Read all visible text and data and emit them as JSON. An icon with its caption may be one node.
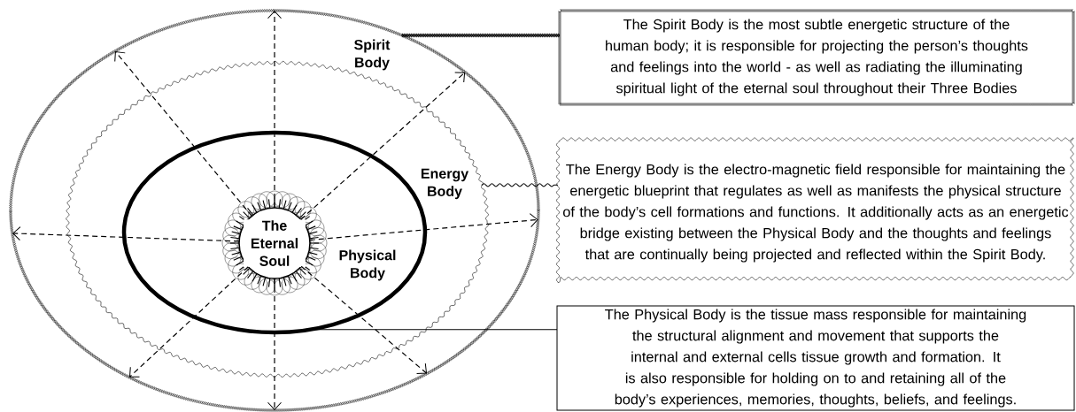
{
  "diagram": {
    "nodes": [
      {
        "text": [
          "Spirit Body"
        ]
      },
      {
        "text": [
          "Energy Body"
        ],
        "in": 0
      },
      {
        "text": [
          "Physical Body"
        ],
        "in": 1
      },
      {
        "text": [
          "The Eternal Soul"
        ],
        "in": 2
      },
      {
        "text": [
          "The Spirit Body is the most subtle energetic structure of the human body; it is responsible for projecting the person’s thoughts and feelings into the world - as well as radiating the illuminating spiritual light of the eternal soul throughout their Three Bodies"
        ]
      },
      {
        "text": [
          "The Energy Body is the electro-magnetic field responsible for maintaining the energetic blueprint that regulates as well as manifests the physical structure of the body’s cell formations and functions. It additionally acts as an energetic bridge existing between the Physical Body and the thoughts and feelings that are continually being projected and reflected within the Spirit Body."
        ]
      },
      {
        "text": [
          "The Physical Body is the tissue mass responsible for maintaining the structural alignment and movement that supports the internal and external cells tissue growth and formation. It is also responsible for holding on to and retaining all of the body’s experiences, memories, thoughts, beliefs, and feelings."
        ]
      }
    ],
    "edges": [
      {
        "from": 0,
        "to": 4,
        "arrow": "none"
      },
      {
        "from": 1,
        "to": 5,
        "arrow": "none"
      },
      {
        "from": 2,
        "to": 6,
        "arrow": "none"
      },
      {
        "from": 3,
        "to": 0,
        "arrow": "to",
        "style": "dashed"
      },
      {
        "from": 3,
        "to": 0,
        "arrow": "to",
        "style": "dashed"
      },
      {
        "from": 3,
        "to": 0,
        "arrow": "to",
        "style": "dashed"
      },
      {
        "from": 3,
        "to": 0,
        "arrow": "to",
        "style": "dashed"
      },
      {
        "from": 3,
        "to": 0,
        "arrow": "to",
        "style": "dashed"
      },
      {
        "from": 3,
        "to": 0,
        "arrow": "to",
        "style": "dashed"
      },
      {
        "from": 3,
        "to": 0,
        "arrow": "to",
        "style": "dashed"
      },
      {
        "from": 3,
        "to": 0,
        "arrow": "to",
        "style": "dashed"
      }
    ]
  }
}
